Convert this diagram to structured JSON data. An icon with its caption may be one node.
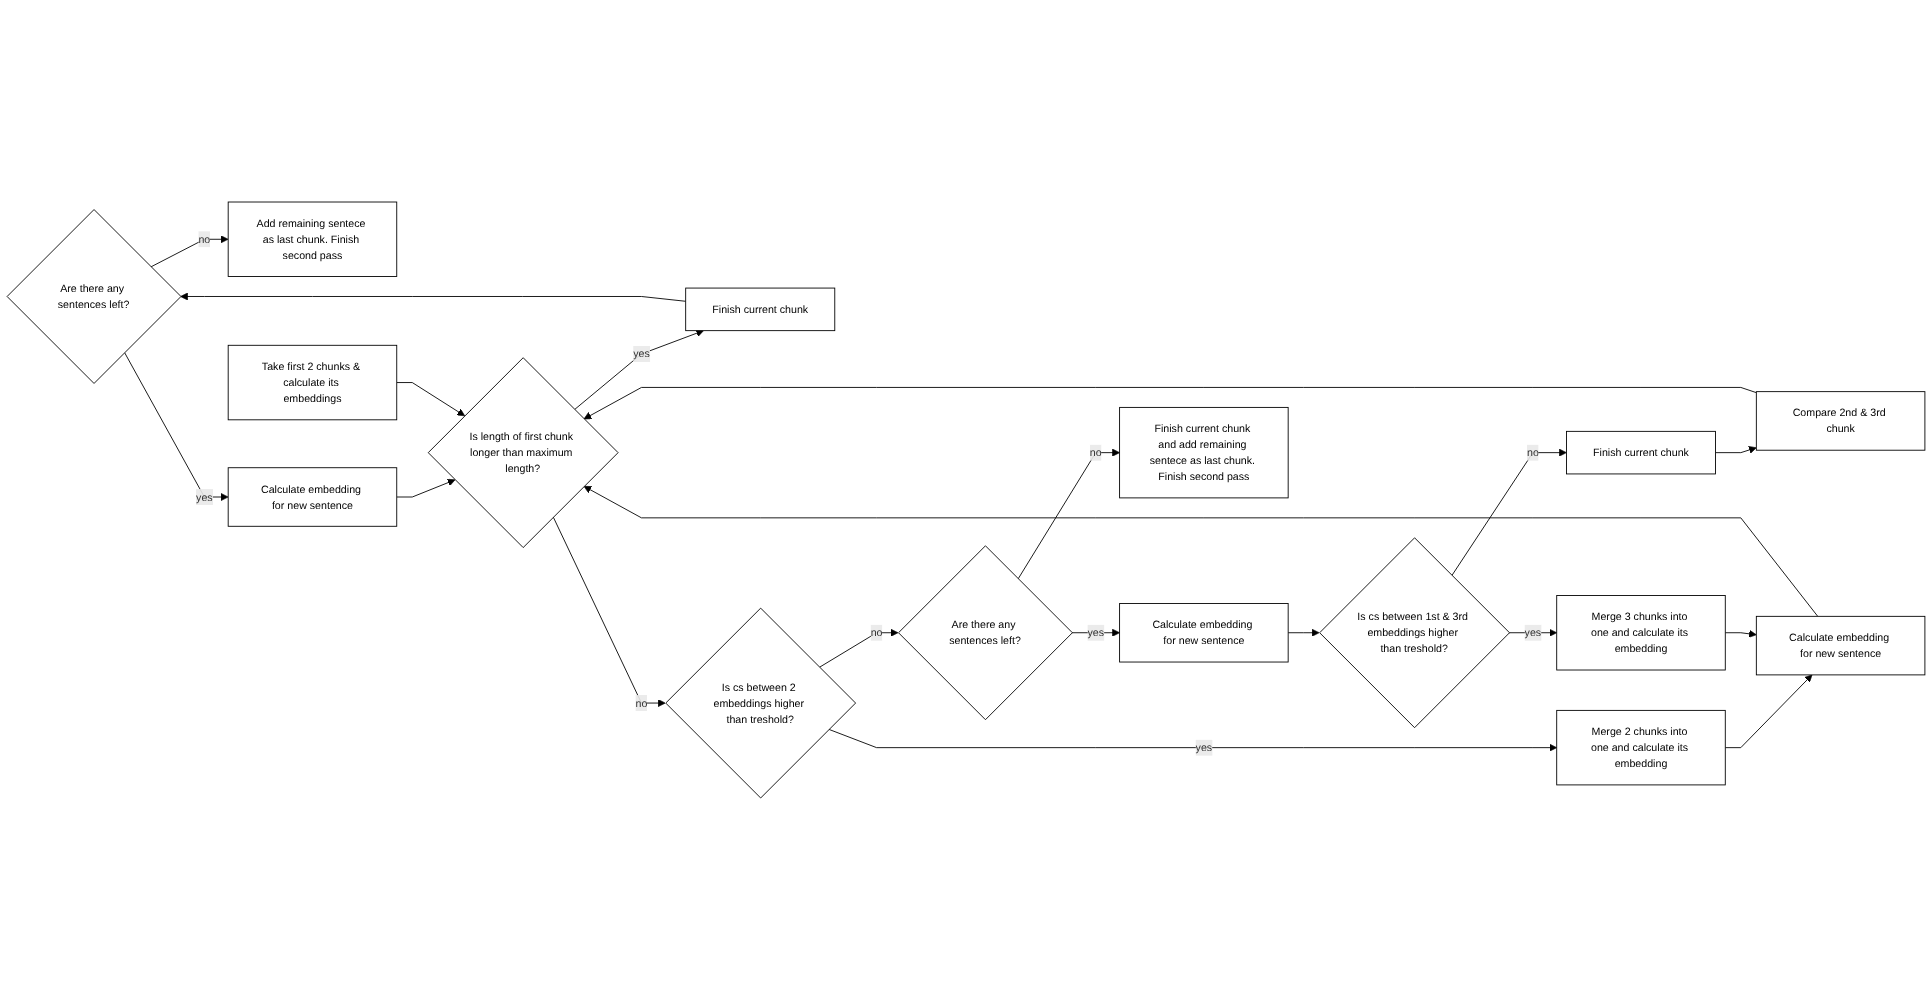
{
  "diagram": {
    "nodes": [
      {
        "text": [
          "Add remaining sentece as last chunk. Finish second pass"
        ]
      },
      {
        "text": [
          "Are there any sentences left?"
        ]
      },
      {
        "text": [
          "Calculate embedding for new sentence"
        ]
      },
      {
        "text": [
          "Finish current chunk"
        ]
      },
      {
        "text": [
          "Compare 2nd & 3rd chunk"
        ]
      },
      {
        "text": [
          "Finish current chunk"
        ]
      },
      {
        "text": [
          "Take first 2 chunks & calculate its embeddings"
        ]
      },
      {
        "text": [
          "Is length of first chunk longer than maximum length?"
        ]
      },
      {
        "text": [
          "Is cs between 2 embeddings higher than treshold?"
        ]
      },
      {
        "text": [
          "Are there any sentences left?"
        ]
      },
      {
        "text": [
          "Calculate embedding for new sentence"
        ]
      },
      {
        "text": [
          "Is cs between 1st & 3rd embeddings higher than treshold?"
        ]
      },
      {
        "text": [
          "Calculate embedding for new sentence"
        ]
      },
      {
        "text": [
          "Merge 2 chunks into one and calculate its embedding"
        ]
      },
      {
        "text": [
          "Finish current chunk and add remaining sentece as last chunk. Finish second pass"
        ]
      },
      {
        "text": [
          "Merge 3 chunks into one and calculate its embedding"
        ]
      }
    ],
    "edges": [
      {
        "from": 1,
        "to": 0,
        "arrow": "to",
        "label": "no"
      },
      {
        "from": 1,
        "to": 2,
        "arrow": "to",
        "label": "yes"
      },
      {
        "from": 3,
        "to": 1,
        "arrow": "to"
      },
      {
        "from": 5,
        "to": 4,
        "arrow": "to"
      },
      {
        "from": 2,
        "to": 7,
        "arrow": "to"
      },
      {
        "from": 7,
        "to": 3,
        "arrow": "to",
        "label": "yes"
      },
      {
        "from": 4,
        "to": 7,
        "arrow": "to"
      },
      {
        "from": 11,
        "to": 5,
        "arrow": "to",
        "label": "no"
      },
      {
        "from": 6,
        "to": 7,
        "arrow": "to"
      },
      {
        "from": 7,
        "to": 8,
        "arrow": "to",
        "label": "no"
      },
      {
        "from": 8,
        "to": 9,
        "arrow": "to",
        "label": "no"
      },
      {
        "from": 9,
        "to": 10,
        "arrow": "to",
        "label": "yes"
      },
      {
        "from": 10,
        "to": 11,
        "arrow": "to"
      },
      {
        "from": 8,
        "to": 13,
        "arrow": "to",
        "label": "yes"
      },
      {
        "from": 9,
        "to": 14,
        "arrow": "to",
        "label": "no"
      },
      {
        "from": 11,
        "to": 15,
        "arrow": "to",
        "label": "yes"
      },
      {
        "from": 12,
        "to": 7,
        "arrow": "to"
      },
      {
        "from": 13,
        "to": 12,
        "arrow": "to"
      },
      {
        "from": 15,
        "to": 12,
        "arrow": "to"
      }
    ]
  }
}
